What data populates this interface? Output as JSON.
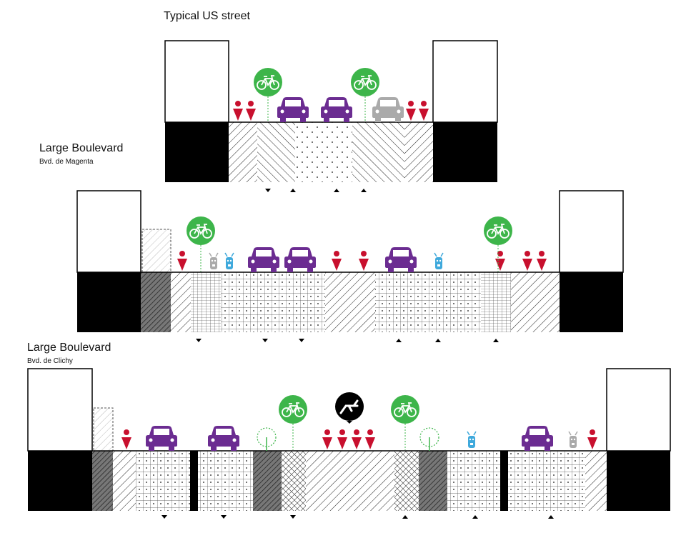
{
  "sections": [
    {
      "id": "typical",
      "title": "Typical US street",
      "subtitle": ""
    },
    {
      "id": "magenta",
      "title": "Large Boulevard",
      "subtitle": "Bvd. de Magenta"
    },
    {
      "id": "clichy",
      "title": "Large Boulevard",
      "subtitle": "Bvd. de Clichy"
    }
  ],
  "colors": {
    "pedestrian": "#c8102e",
    "car": "#6b2c91",
    "car_parked": "#aaaaaa",
    "bike": "#3db54a",
    "scooter_blue": "#3fa9dc",
    "scooter_gray": "#aaaaaa",
    "bench": "#000000",
    "tree": "#3db54a",
    "building": "#000000",
    "hatch_dark": "#555555"
  },
  "icons": [
    "pedestrian-icon",
    "car-icon",
    "bicycle-icon",
    "scooter-icon",
    "bench-icon",
    "tree-icon",
    "direction-arrow-icon"
  ]
}
